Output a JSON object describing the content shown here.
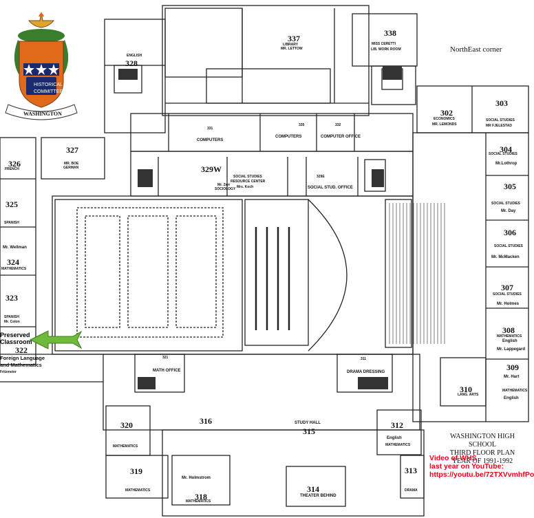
{
  "seal": {
    "line1": "HISTORICAL",
    "line2": "COMMITTEE",
    "line3": "WASHINGTON",
    "colors": {
      "gold": "#e0a32b",
      "green": "#3a7d2c",
      "red": "#b21e1e",
      "navy": "#1a2a6e",
      "orange": "#e06a1a"
    }
  },
  "corner_note": "NorthEast corner",
  "rooms": {
    "r337": {
      "num": "337",
      "name": "LIBRARY",
      "person": "MR. LETTOW"
    },
    "r338": {
      "num": "338",
      "name": "MISS CERETTI",
      "person": "LIB. WORK ROOM"
    },
    "r328": {
      "num": "328",
      "name": "ENGLISH"
    },
    "r331": {
      "num": "331",
      "name": "COMPUTERS"
    },
    "r335": {
      "num": "335",
      "name": "COMPUTERS"
    },
    "r332": {
      "num": "332",
      "name": "COMPUTER OFFICE"
    },
    "r302": {
      "num": "302",
      "name": "ECONOMICS",
      "person": "MR. LEMONDS"
    },
    "r303": {
      "num": "303",
      "name": "SOCIAL STUDIES",
      "person": "MR FJELESTAD"
    },
    "r304": {
      "num": "304",
      "name": "SOCIAL STUDIES",
      "person": "Mr.Lothrop"
    },
    "r305": {
      "num": "305",
      "name": "SOCIAL STUDIES",
      "person": "Mr. Day"
    },
    "r306": {
      "num": "306",
      "name": "SOCIAL STUDIES",
      "person": "Mr. McMacken"
    },
    "r307": {
      "num": "307",
      "name": "SOCIAL STUDIES",
      "person": "Mr. Holmes"
    },
    "r308": {
      "num": "308",
      "name": "MATHEMATICS",
      "subject2": "English",
      "person": "Mr. Lappegard"
    },
    "r309": {
      "num": "309",
      "name": "MATHEMATICS",
      "subject2": "English",
      "person": "Mr. Hart"
    },
    "r310": {
      "num": "310",
      "name": "LANG. ARTS"
    },
    "r327": {
      "num": "327",
      "name": "GERMAN",
      "person": "MR. BOE"
    },
    "r326": {
      "num": "326",
      "name": "FRENCH"
    },
    "r329w": {
      "num": "329W",
      "name": "SOCIOLOGY",
      "person": "Mr. Zerr"
    },
    "r330": {
      "name": "SOCIAL STUDIES",
      "name2": "RESOURCE CENTER",
      "person": "Mrs. Koch"
    },
    "r329e": {
      "num": "329E",
      "name": "SOCIAL STUD. OFFICE"
    },
    "r325": {
      "num": "325",
      "name": "SPANISH"
    },
    "r324": {
      "num": "324",
      "name": "MATHEMATICS",
      "person": "Mr. Wellman"
    },
    "r323": {
      "num": "323",
      "name": "SPANISH",
      "person": "Mr. Colon"
    },
    "r322": {
      "num": "322",
      "name": "Foreign Language",
      "name2": "and Mathematics",
      "person": "Fritzmeier"
    },
    "r321": {
      "num": "321",
      "name": "MATH OFFICE"
    },
    "r311": {
      "num": "311",
      "name": "DRAMA DRESSING"
    },
    "r316": {
      "num": "316"
    },
    "r315": {
      "num": "315",
      "name": "STUDY HALL"
    },
    "r320": {
      "num": "320",
      "name": "MATHEMATICS"
    },
    "r312": {
      "num": "312",
      "name": "English",
      "name2": "MATHEMATICS"
    },
    "r319": {
      "num": "319",
      "name": "MATHEMATICS"
    },
    "r318": {
      "num": "318",
      "name": "MATHEMATICS",
      "person": "Mr. Holmstrom"
    },
    "r314": {
      "num": "314",
      "name": "THEATER BEHIND"
    },
    "r313": {
      "num": "313",
      "name": "DRAMA"
    }
  },
  "preserved": {
    "line1": "Preserved",
    "line2": "Classroom"
  },
  "title": {
    "line1": "WASHINGTON HIGH SCHOOL",
    "line2": "THIRD FLOOR PLAN",
    "line3": "YEAR OF 1991-1992"
  },
  "video": {
    "line1": "Video of WHS",
    "line2": "last year on YouTube:",
    "line3": "https://youtu.be/72TXVvmhfPo"
  }
}
